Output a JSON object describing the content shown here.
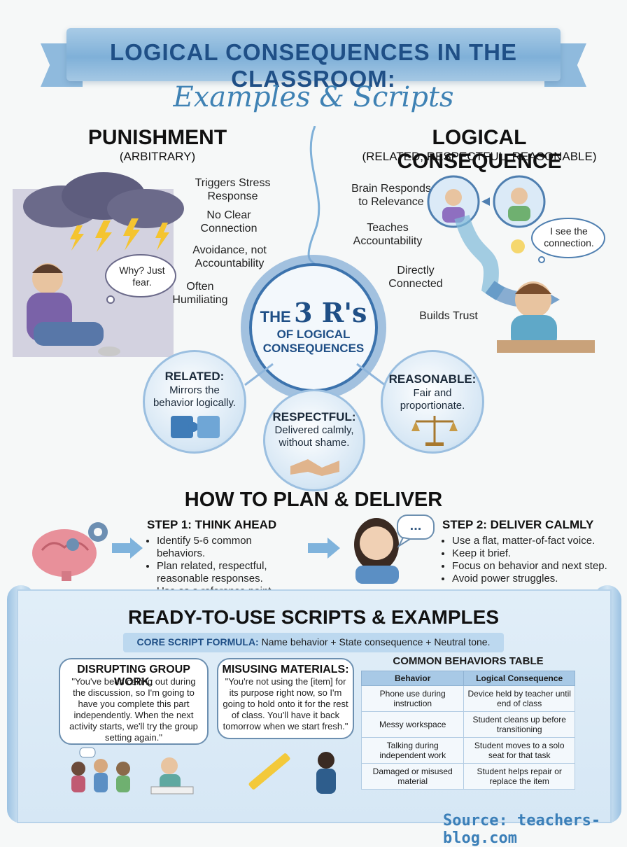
{
  "title": {
    "main": "LOGICAL CONSEQUENCES IN THE CLASSROOM:",
    "sub": "Examples & Scripts"
  },
  "punishment": {
    "heading": "PUNISHMENT",
    "subheading": "(ARBITRARY)",
    "notes": [
      "Triggers Stress Response",
      "No Clear Connection",
      "Avoidance, not Accountability",
      "Often Humiliating"
    ],
    "thought": "Why? Just fear."
  },
  "logical": {
    "heading": "LOGICAL CONSEQUENCE",
    "subheading": "(RELATED, RESPECTFUL, REASONABLE)",
    "notes": [
      "Brain Responds to Relevance",
      "Teaches Accountability",
      "Directly Connected",
      "Builds Trust"
    ],
    "thought": "I see the connection."
  },
  "center": {
    "line1": "THE",
    "big": "3 R's",
    "line2": "OF LOGICAL",
    "line3": "CONSEQUENCES"
  },
  "rs": [
    {
      "title": "RELATED:",
      "text": "Mirrors the behavior logically."
    },
    {
      "title": "RESPECTFUL:",
      "text": "Delivered calmly, without shame."
    },
    {
      "title": "REASONABLE:",
      "text": "Fair and proportionate."
    }
  ],
  "plan": {
    "heading": "HOW TO PLAN & DELIVER",
    "step1": {
      "title": "STEP 1: THINK AHEAD",
      "items": [
        "Identify 5-6 common behaviors.",
        "Plan related, respectful, reasonable responses.",
        "Use as a reference point."
      ]
    },
    "step2": {
      "title": "STEP 2: DELIVER CALMLY",
      "items": [
        "Use a flat, matter-of-fact voice.",
        "Keep it brief.",
        "Focus on behavior and next step.",
        "Avoid power struggles."
      ]
    },
    "bubble": "..."
  },
  "scripts": {
    "heading": "READY-TO-USE SCRIPTS & EXAMPLES",
    "formula_label": "CORE SCRIPT FORMULA:",
    "formula": "Name behavior + State consequence + Neutral tone.",
    "examples": [
      {
        "title": "DISRUPTING GROUP WORK:",
        "text": "\"You've been calling out during the discussion, so I'm going to have you complete this part independently. When the next activity starts, we'll try the group setting again.\""
      },
      {
        "title": "MISUSING MATERIALS:",
        "text": "\"You're not using the [item] for its purpose right now, so I'm going to hold onto it for the rest of class. You'll have it back tomorrow when we start fresh.\""
      }
    ],
    "table_title": "COMMON BEHAVIORS TABLE",
    "table_headers": [
      "Behavior",
      "Logical Consequence"
    ],
    "table_rows": [
      [
        "Phone use during instruction",
        "Device held by teacher until end of class"
      ],
      [
        "Messy workspace",
        "Student cleans up before transitioning"
      ],
      [
        "Talking during independent work",
        "Student moves to a solo seat for that task"
      ],
      [
        "Damaged or misused material",
        "Student helps repair or replace the item"
      ]
    ]
  },
  "source": "Source: teachers-blog.com",
  "colors": {
    "accent": "#1f4f86",
    "light_blue": "#a8c9e6",
    "storm": "#6b6a8a"
  }
}
